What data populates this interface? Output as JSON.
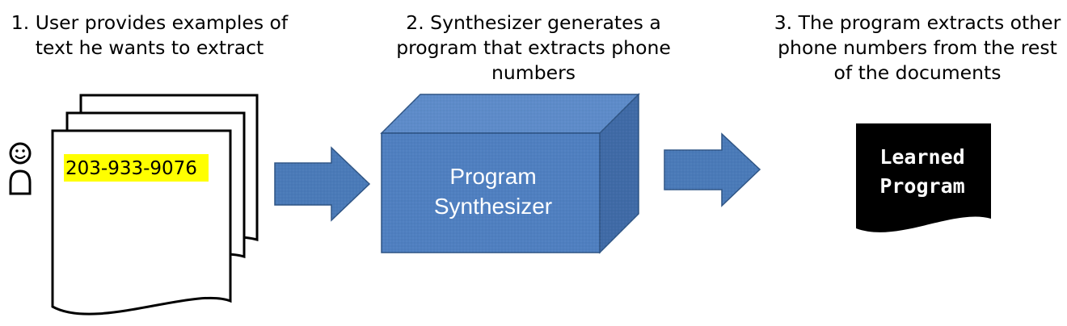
{
  "steps": [
    {
      "caption": "1. User provides examples of\ntext he wants to extract"
    },
    {
      "caption": "2. Synthesizer generates a\nprogram that extracts phone\nnumbers"
    },
    {
      "caption": "3. The program extracts other\nphone numbers from the rest\nof the documents"
    }
  ],
  "example": {
    "phone": "203-933-9076",
    "highlight_color": "#ffff00"
  },
  "synthesizer": {
    "line1": "Program",
    "line2": "Synthesizer",
    "color": "#4f7fc0"
  },
  "learned_program": {
    "line1": "Learned",
    "line2": "Program"
  },
  "colors": {
    "arrow": "#4a7ab8",
    "box_front": "#4f7fc0",
    "box_top": "#5d8bc9",
    "box_side": "#3f6aa6"
  },
  "icons": [
    "user-smiley-icon",
    "document-stack-icon",
    "right-arrow-icon",
    "right-arrow-icon",
    "cube-icon",
    "program-document-icon"
  ]
}
